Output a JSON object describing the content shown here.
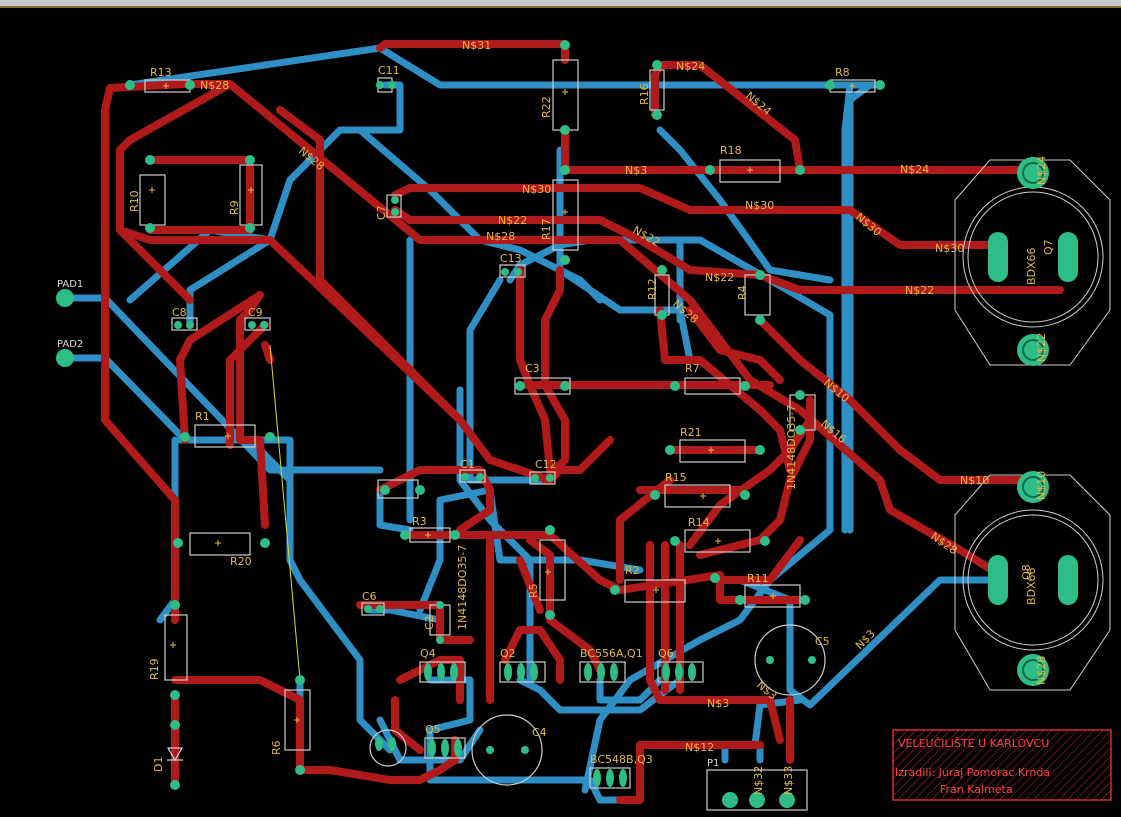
{
  "colors": {
    "background": "#000000",
    "bottom_trace": "#2f8fc4",
    "top_trace": "#b01a1a",
    "pad": "#2ebd86",
    "outline": "#cfcfcf",
    "silkscreen": "#e0b94a",
    "title_block": "#d42a2a"
  },
  "pads_labels": {
    "pad1": "PAD1",
    "pad2": "PAD2",
    "p1": "P1"
  },
  "component_labels": {
    "r13": "R13",
    "c11": "C11",
    "r22": "R22",
    "r16": "R16",
    "r8": "R8",
    "r10": "R10",
    "r9": "R9",
    "c7": "C7",
    "r18": "R18",
    "r17": "R17",
    "c13": "C13",
    "c8": "C8",
    "c9": "C9",
    "r12": "R12",
    "r4": "R4",
    "c3": "C3",
    "r7": "R7",
    "d3": "1N4148DO35-7",
    "r21": "R21",
    "r1": "R1",
    "c1": "C1",
    "c12": "C12",
    "r15": "R15",
    "r3": "R3",
    "r14": "R14",
    "r20": "R20",
    "d2": "1N4148DO35-7",
    "r5": "R5",
    "r2": "R2",
    "r11": "R11",
    "c6": "C6",
    "c2": "C2",
    "q4": "Q4",
    "q2": "Q2",
    "q1": "BC556A,Q1",
    "q6": "Q6",
    "c5": "C5",
    "r19": "R19",
    "q5": "Q5",
    "c4": "C4",
    "r6": "R6",
    "q3": "BC548B,Q3",
    "d1": "D1",
    "q7_type": "BDX66",
    "q7": "Q7",
    "q8_type": "BDX66",
    "q8": "Q8"
  },
  "net_labels": {
    "n31": "N$31",
    "n28a": "N$28",
    "n28b": "N$28",
    "n28c": "N$28",
    "n28d": "N$28",
    "n28e": "N$28",
    "n24a": "N$24",
    "n24b": "N$24",
    "n24c": "N$24",
    "n3a": "N$3",
    "n3b": "N$3",
    "n3c": "N$3",
    "n3d": "N$3",
    "n30a": "N$30",
    "n30b": "N$30",
    "n30c": "N$30",
    "n30d": "N$30",
    "n22a": "N$22",
    "n22b": "N$22",
    "n22c": "N$22",
    "n22d": "N$22",
    "n10a": "N$10",
    "n10b": "N$10",
    "n12": "N$12",
    "n32": "N$32",
    "n33": "N$33",
    "n10c": "N$10",
    "n31b": "N$31",
    "n28f": "N$28",
    "n24d": "N$24",
    "n22e": "N$22",
    "n28g": "N$28",
    "n16": "N$16"
  },
  "title_block": {
    "line1": "VELEUČILIŠTE U KARLOVCU",
    "line2": "Izradili: Juraj Pomorac Krnda",
    "line3": "Fran Kalmeta"
  }
}
